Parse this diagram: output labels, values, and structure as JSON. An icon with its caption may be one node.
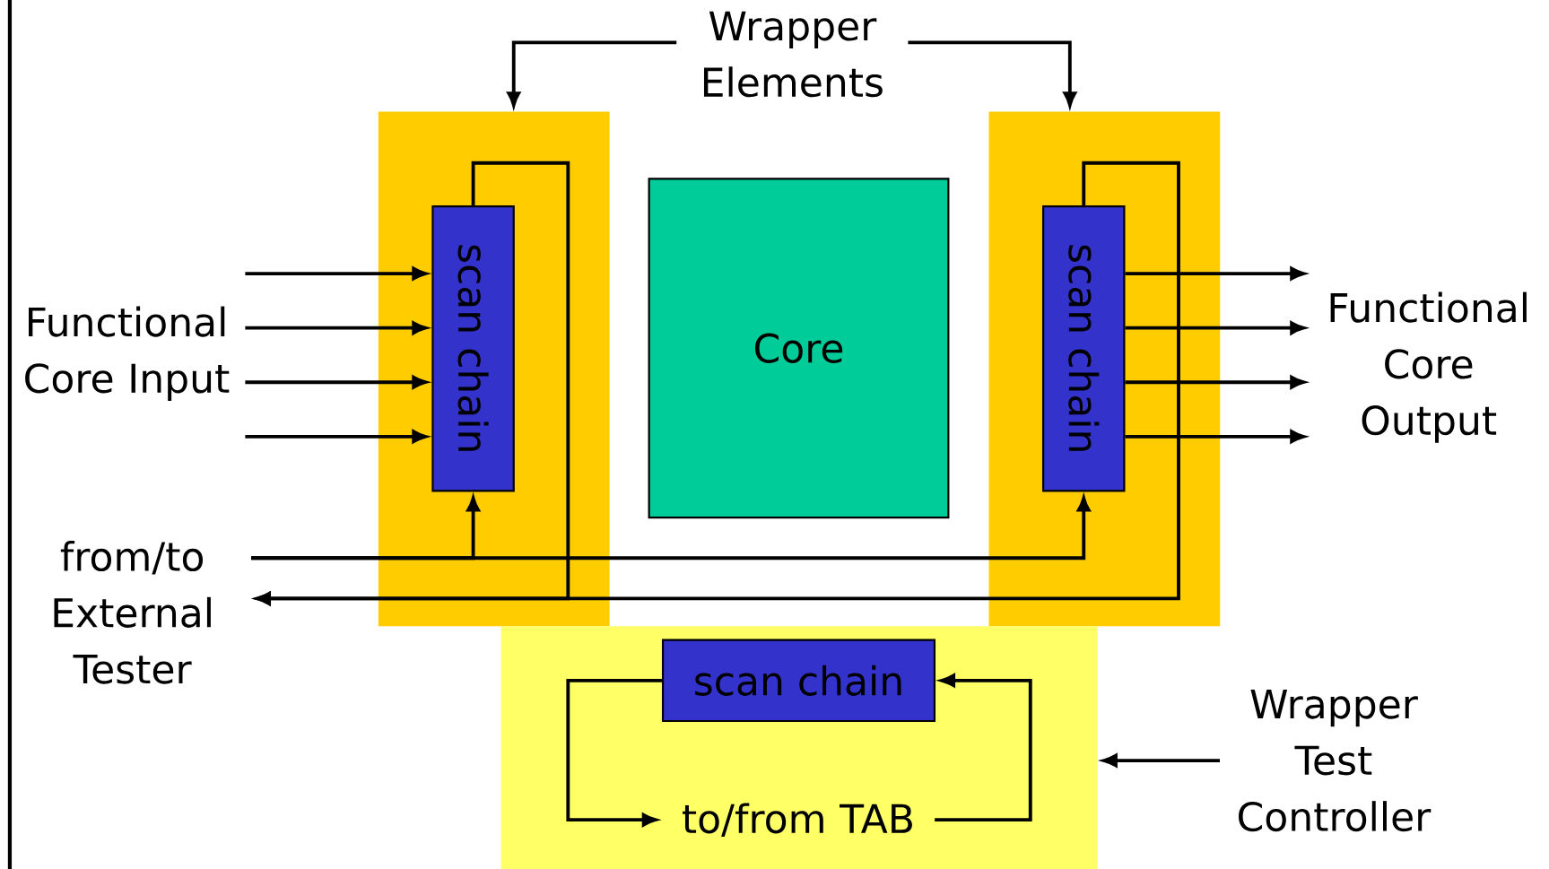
{
  "diagram": {
    "nodes": [
      {
        "text": [
          "Wrapper Elements"
        ]
      },
      {
        "text": [],
        "shape": "box"
      },
      {
        "text": [],
        "shape": "box"
      },
      {
        "text": [],
        "shape": "box"
      },
      {
        "text": [
          "scan chain"
        ],
        "in": 1
      },
      {
        "text": [
          "Core"
        ]
      },
      {
        "text": [
          "scan chain"
        ],
        "in": 2
      },
      {
        "text": [
          "Functional Core Input"
        ]
      },
      {
        "text": [
          "Functional Core Output"
        ]
      },
      {
        "text": [
          "from/to External Tester"
        ]
      },
      {
        "text": [
          "scan chain"
        ],
        "in": 3
      },
      {
        "text": [
          "to/from TAB"
        ],
        "in": 3
      },
      {
        "text": [
          "Wrapper Test Controller"
        ]
      }
    ],
    "edges": [
      {
        "from": 0,
        "to": 1,
        "arrow": "to"
      },
      {
        "from": 0,
        "to": 2,
        "arrow": "to"
      },
      {
        "from": 7,
        "to": 4,
        "arrow": "to"
      },
      {
        "from": 7,
        "to": 4,
        "arrow": "to"
      },
      {
        "from": 7,
        "to": 4,
        "arrow": "to"
      },
      {
        "from": 7,
        "to": 4,
        "arrow": "to"
      },
      {
        "from": 6,
        "to": 8,
        "arrow": "to"
      },
      {
        "from": 6,
        "to": 8,
        "arrow": "to"
      },
      {
        "from": 6,
        "to": 8,
        "arrow": "to"
      },
      {
        "from": 6,
        "to": 8,
        "arrow": "to"
      },
      {
        "from": 9,
        "to": 4,
        "arrow": "to"
      },
      {
        "from": 9,
        "to": 6,
        "arrow": "to"
      },
      {
        "from": 4,
        "to": 9,
        "arrow": "to"
      },
      {
        "from": 6,
        "to": 9,
        "arrow": "to"
      },
      {
        "from": 10,
        "to": 11,
        "arrow": "to"
      },
      {
        "from": 11,
        "to": 10,
        "arrow": "to"
      },
      {
        "from": 12,
        "to": 3,
        "arrow": "to"
      }
    ]
  }
}
